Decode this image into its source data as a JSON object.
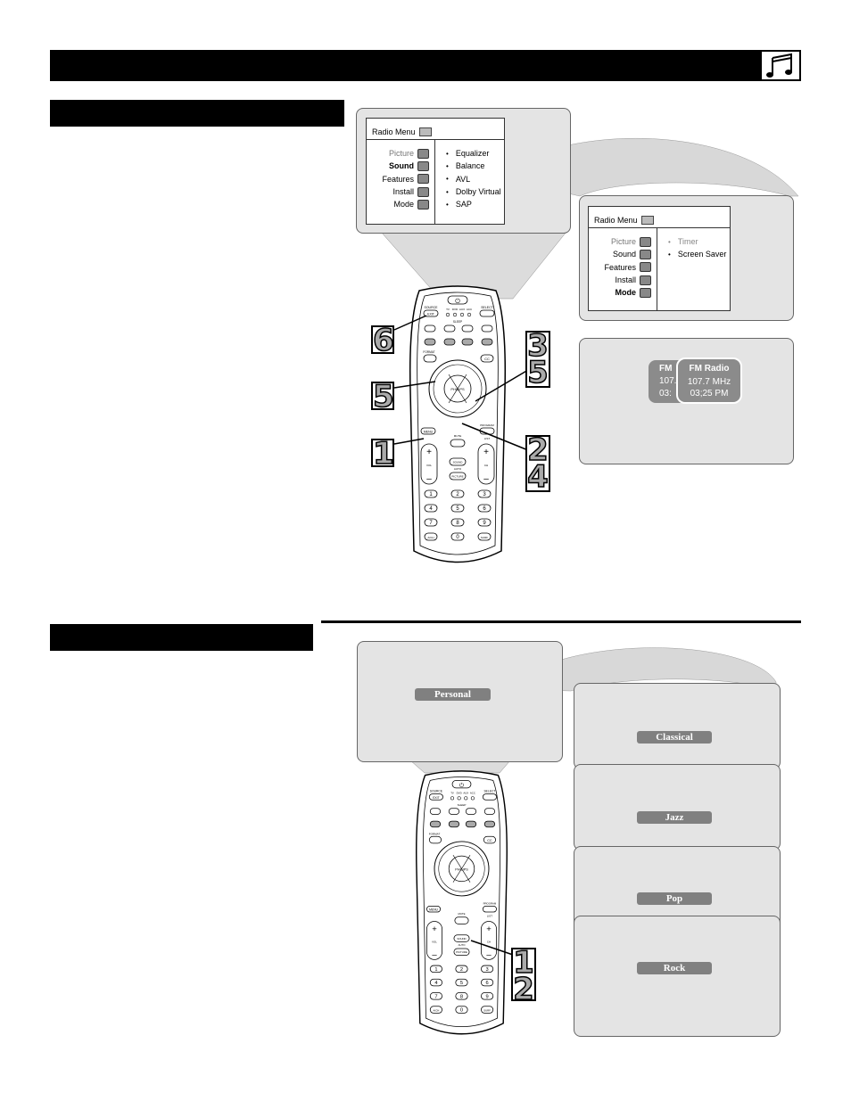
{
  "header": {
    "music_icon": "music-note-icon"
  },
  "radio_menu_1": {
    "title": "Radio Menu",
    "left_items": [
      {
        "label": "Picture",
        "state": "dim"
      },
      {
        "label": "Sound",
        "state": "bold"
      },
      {
        "label": "Features",
        "state": "normal"
      },
      {
        "label": "Install",
        "state": "normal"
      },
      {
        "label": "Mode",
        "state": "normal"
      }
    ],
    "right_items": [
      "Equalizer",
      "Balance",
      "AVL",
      "Dolby Virtual",
      "SAP"
    ]
  },
  "radio_menu_2": {
    "title": "Radio Menu",
    "left_items": [
      {
        "label": "Picture",
        "state": "dim"
      },
      {
        "label": "Sound",
        "state": "normal"
      },
      {
        "label": "Features",
        "state": "normal"
      },
      {
        "label": "Install",
        "state": "normal"
      },
      {
        "label": "Mode",
        "state": "bold"
      }
    ],
    "right_items": [
      {
        "label": "Timer",
        "state": "dim"
      },
      {
        "label": "Screen Saver",
        "state": "normal"
      }
    ]
  },
  "fm_display": {
    "old_title": "FM",
    "old_line1": "107.",
    "old_line2": "03:",
    "new_title": "FM Radio",
    "new_line1": "107.7 MHz",
    "new_line2": "03;25 PM"
  },
  "callouts_top": {
    "six": "6",
    "five_left": "5",
    "one": "1",
    "three_five": "3\n5",
    "two_four": "2\n4"
  },
  "callouts_bottom": {
    "one_two": "1\n2"
  },
  "sound_presets": {
    "current": "Personal",
    "options": [
      "Classical",
      "Jazz",
      "Pop",
      "Rock"
    ]
  },
  "remote": {
    "brand": "PHILIPS",
    "source_label": "SOURCE",
    "exit_label": "EXIT",
    "select_label": "SELECT",
    "device_labels": [
      "TV",
      "DVD",
      "AUX",
      "ACC"
    ],
    "sleep_label": "SLEEP",
    "format_label": "FORMAT",
    "cc_label": "CC",
    "menu_label": "MENU",
    "program_label": "PROGRAM",
    "ok_label": "OK",
    "mute_label": "MUTE",
    "list_label": "LIST",
    "vol_label": "VOL",
    "ch_label": "CH",
    "sound_label": "SOUND",
    "auto_label": "AUTO",
    "picture_label": "PICTURE",
    "keys": [
      "1",
      "2",
      "3",
      "4",
      "5",
      "6",
      "7",
      "8",
      "9",
      "A/CH",
      "0",
      "SURF"
    ]
  }
}
